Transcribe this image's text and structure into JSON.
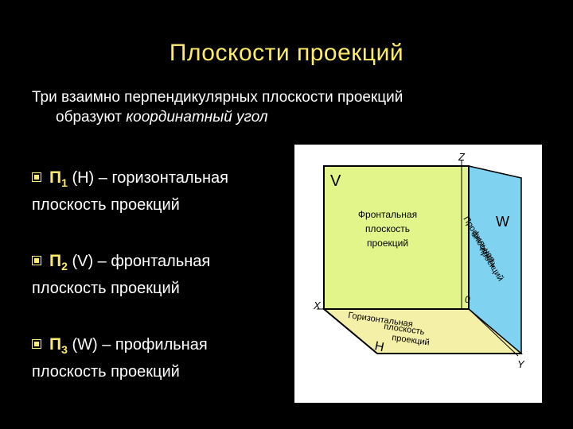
{
  "title": "Плоскости проекций",
  "intro": {
    "line1": "Три взаимно перпендикулярных плоскости проекций",
    "line2_prefix": "образуют ",
    "line2_em": "координатный угол"
  },
  "items": [
    {
      "symbol": "П",
      "index": "1",
      "rest": " (H) – горизонтальная",
      "line2": "плоскость проекций"
    },
    {
      "symbol": "П",
      "index": "2",
      "rest": " (V) – фронтальная",
      "line2": "плоскость проекций"
    },
    {
      "symbol": "П",
      "index": "3",
      "rest": " (W) – профильная",
      "line2": "плоскость проекций"
    }
  ],
  "diagram": {
    "axis_z": "Z",
    "axis_x": "X",
    "axis_y": "Y",
    "origin": "0",
    "label_v": "V",
    "label_w": "W",
    "label_h": "H",
    "front_text": [
      "Фронтальная",
      "плоскость",
      "проекций"
    ],
    "profile_text": [
      "Профильная",
      "плоскость",
      "проекций"
    ],
    "horizontal_text": [
      "Горизонтальная",
      "плоскость",
      "проекций"
    ],
    "colors": {
      "front": "#e2f58a",
      "profile": "#7fd3f0",
      "horizontal": "#f5f0a8",
      "title": "#ffeb6b"
    }
  }
}
